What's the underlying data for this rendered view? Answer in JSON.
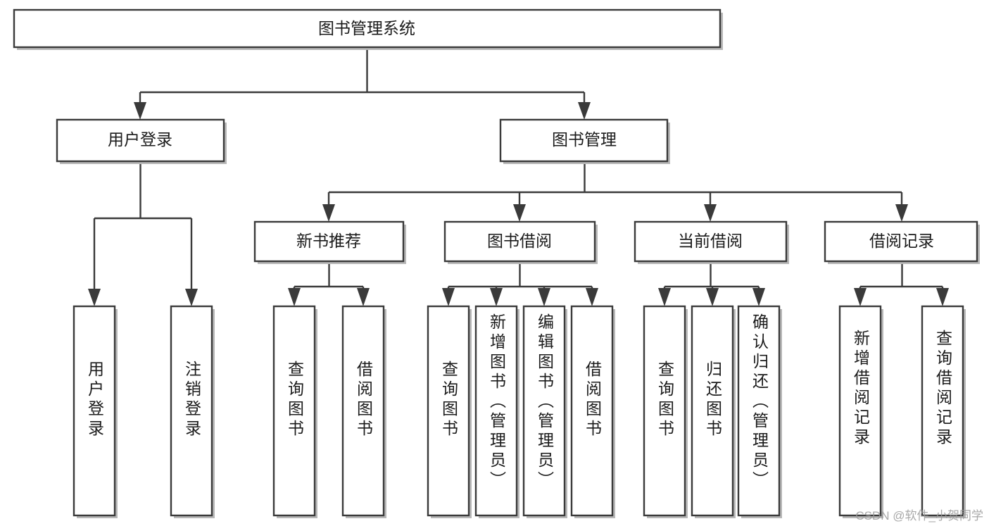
{
  "diagram": {
    "type": "tree",
    "title": "图书管理系统",
    "orientation": "top-down",
    "colors": {
      "box_stroke": "#3a3a3a",
      "box_fill": "#ffffff",
      "connector": "#3a3a3a",
      "text": "#1b1b1b",
      "background": "#ffffff",
      "watermark": "#9a9a9a"
    },
    "root": {
      "label": "图书管理系统"
    },
    "level2": [
      {
        "label": "用户登录"
      },
      {
        "label": "图书管理"
      }
    ],
    "level3": [
      {
        "label": "新书推荐"
      },
      {
        "label": "图书借阅"
      },
      {
        "label": "当前借阅"
      },
      {
        "label": "借阅记录"
      }
    ],
    "leaves": {
      "user_login": [
        {
          "label": "用户登录"
        },
        {
          "label": "注销登录"
        }
      ],
      "new_book_recommend": [
        {
          "label": "查询图书"
        },
        {
          "label": "借阅图书"
        }
      ],
      "book_borrow": [
        {
          "label": "查询图书"
        },
        {
          "label": "新增图书（管理员）"
        },
        {
          "label": "编辑图书（管理员）"
        },
        {
          "label": "借阅图书"
        }
      ],
      "current_borrow": [
        {
          "label": "查询图书"
        },
        {
          "label": "归还图书"
        },
        {
          "label": "确认归还（管理员）"
        }
      ],
      "borrow_record": [
        {
          "label": "新增借阅记录"
        },
        {
          "label": "查询借阅记录"
        }
      ]
    },
    "watermark": "CSDN @软件_小贺同学"
  }
}
